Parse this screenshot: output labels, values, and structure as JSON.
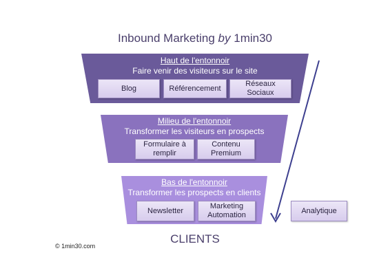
{
  "title": {
    "main": "Inbound Marketing",
    "by": "by",
    "brand": "1min30"
  },
  "tiers": [
    {
      "heading": "Haut de l'entonnoir",
      "subtitle": "Faire venir des visiteurs sur le site",
      "boxes": [
        "Blog",
        "Référencement",
        "Réseaux Sociaux"
      ]
    },
    {
      "heading": "Milieu de l'entonnoir",
      "subtitle": "Transformer les visiteurs en prospects",
      "boxes": [
        "Formulaire à remplir",
        "Contenu Premium"
      ]
    },
    {
      "heading": "Bas de l'entonnoir",
      "subtitle": "Transformer les prospects en clients",
      "boxes": [
        "Newsletter",
        "Marketing Automation"
      ]
    }
  ],
  "side_box": "Analytique",
  "footer_label": "CLIENTS",
  "copyright": "© 1min30.com",
  "colors": {
    "tier_top": "#6a5a9a",
    "tier_middle": "#8a72be",
    "tier_bottom": "#a98fde",
    "arrow": "#3d3f8f",
    "box_fill": "#e3dbf2"
  }
}
